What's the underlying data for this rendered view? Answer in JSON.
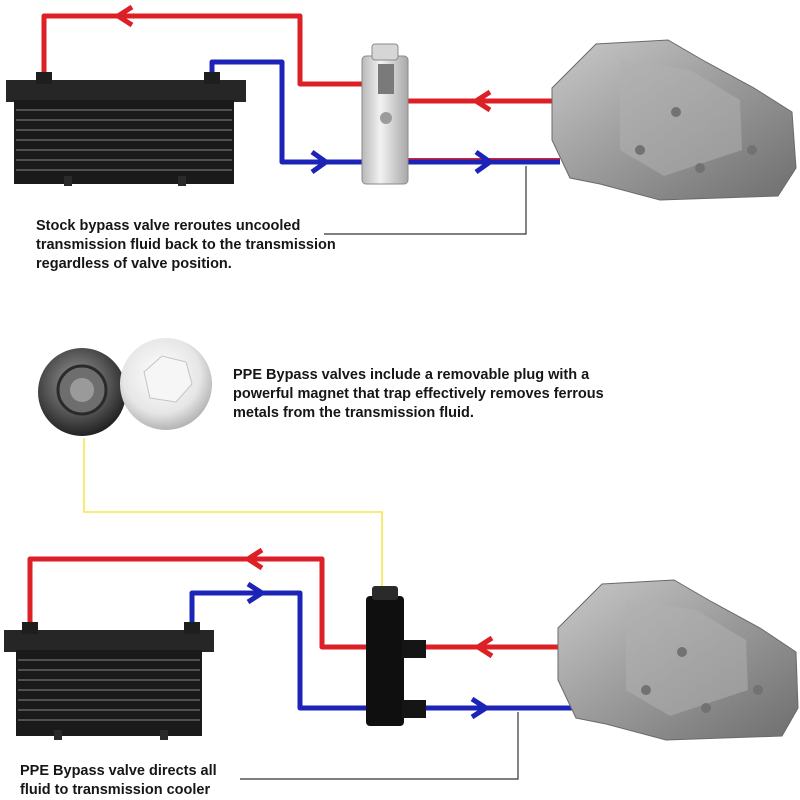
{
  "captions": {
    "stock_bypass": [
      "Stock bypass valve reroutes uncooled",
      "transmission fluid back to the transmission",
      "regardless of valve position."
    ],
    "ppe_plug": [
      "PPE Bypass valves include a removable plug with a",
      "powerful magnet that trap effectively removes ferrous",
      "metals from the transmission fluid."
    ],
    "ppe_bypass": [
      "PPE Bypass valve directs all",
      "fluid to transmission cooler"
    ]
  },
  "colors": {
    "hot_line": "#dd1f26",
    "cool_line": "#1c24b8",
    "plug_leader": "#f3e84a",
    "leader": "#333333"
  }
}
